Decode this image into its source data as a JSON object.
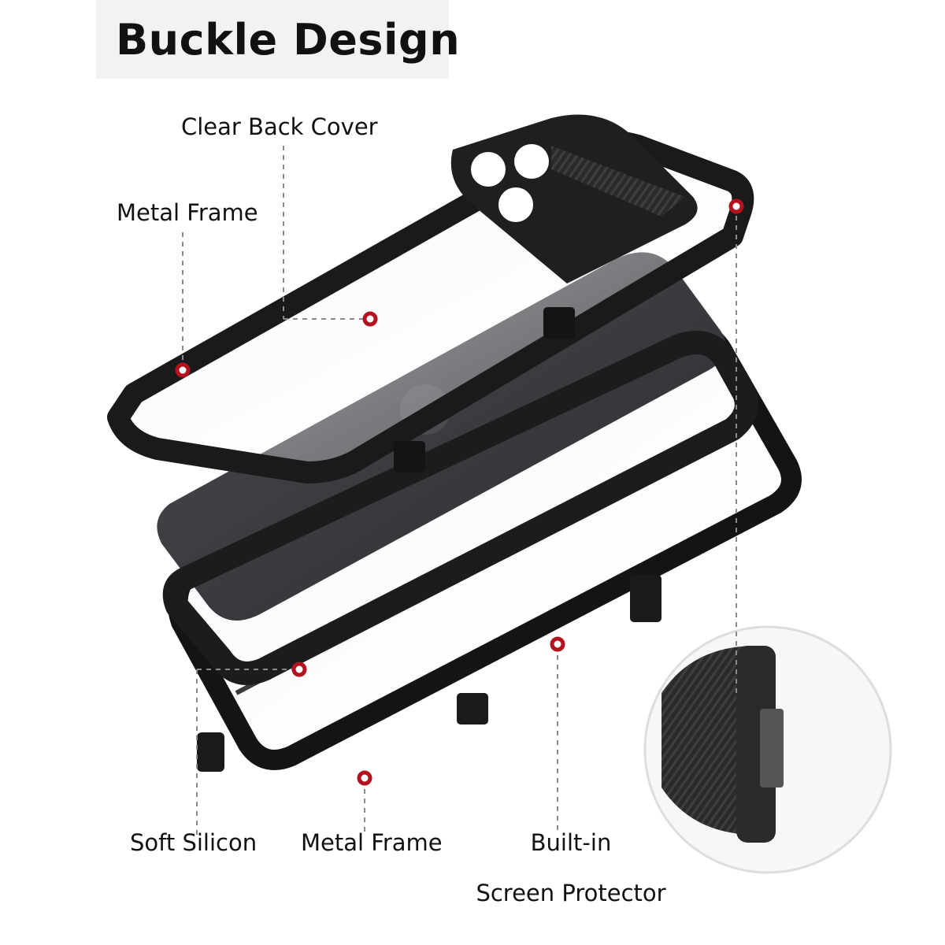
{
  "title": "Buckle Design",
  "labels": {
    "clear_back_cover": "Clear Back Cover",
    "metal_frame_top": "Metal Frame",
    "soft_silicon": "Soft Silicon",
    "metal_frame_bottom": "Metal Frame",
    "built_in_line1": "Built-in",
    "built_in_line2": "Screen Protector"
  },
  "colors": {
    "marker": "#b3121e",
    "frame": "#1b1b1b",
    "phone": "#3b3d40",
    "leader": "#8a8a8a"
  }
}
